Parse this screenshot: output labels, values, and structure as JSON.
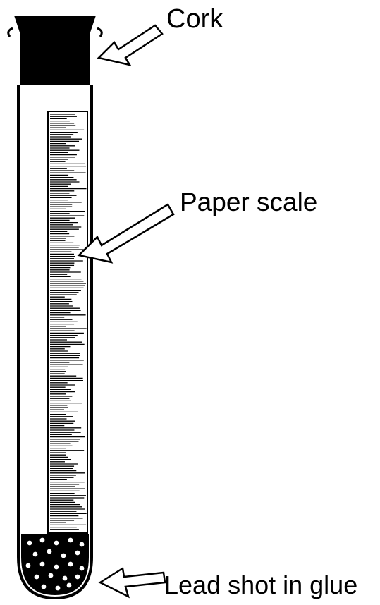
{
  "diagram": {
    "labels": {
      "cork": "Cork",
      "paper_scale": "Paper scale",
      "lead_shot": "Lead shot in glue"
    },
    "parts": [
      "cork",
      "tube",
      "paper-scale",
      "lead-shot"
    ],
    "colors": {
      "ink": "#000000",
      "background": "#ffffff"
    }
  }
}
